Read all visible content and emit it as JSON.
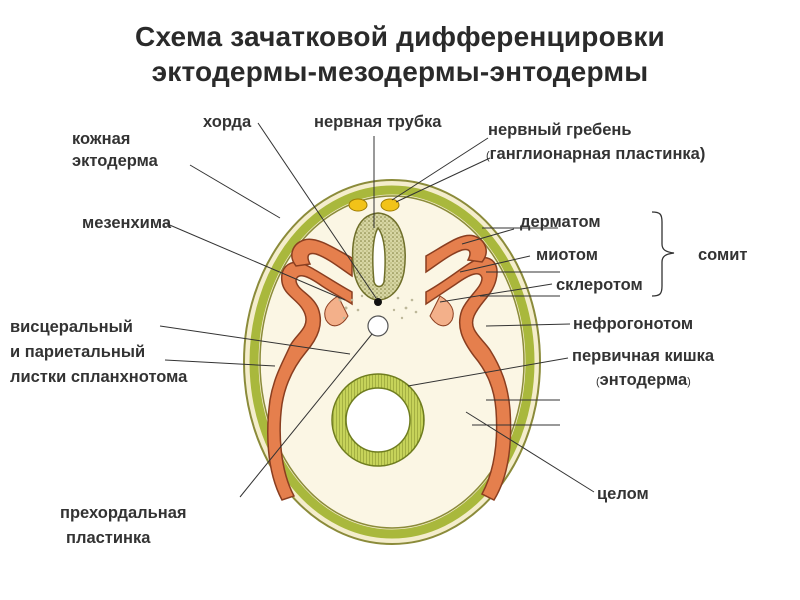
{
  "title": {
    "line1": "Схема зачатковой  дифференцировки",
    "line2": "эктодермы-мезодермы-энтодермы"
  },
  "labels": {
    "skin_ectoderm_1": "кожная",
    "skin_ectoderm_2": "эктодерма",
    "chorda": "хорда",
    "neural_tube": "нервная трубка",
    "neural_crest": "нервный гребень",
    "ganglion_plate_open": "(",
    "ganglion_plate": "ганглионарная пластинка)",
    "mesenchyme": "мезенхима",
    "dermatome": "дерматом",
    "myotome": "миотом",
    "sclerotome": "склеротом",
    "somite": "сомит",
    "nephrogonotome": "нефрогонотом",
    "visceral_1": "висцеральный",
    "visceral_2": "и париетальный",
    "visceral_3": "листки спланхнотома",
    "primary_gut": "первичная кишка",
    "endoderm_open": "(",
    "endoderm": "энтодерма",
    "endoderm_close": ")",
    "coelom": "целом",
    "prechordal_1": "прехордальная",
    "prechordal_2": "пластинка"
  },
  "colors": {
    "ectoderm_fill": "#f1e9c6",
    "ectoderm_stroke": "#8a8a2a",
    "ring": "#a9b83c",
    "neural_tube": "#c8c98a",
    "mesoderm": "#e07a4a",
    "mesoderm_light": "#f2b08a",
    "gut": "#b8c84a",
    "neural_crest": "#f2c318"
  }
}
